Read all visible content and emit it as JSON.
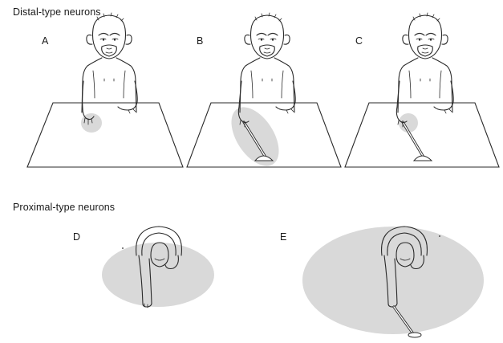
{
  "sections": {
    "distal_title": "Distal-type neurons",
    "proximal_title": "Proximal-type neurons"
  },
  "panels": {
    "a": "A",
    "b": "B",
    "c": "C",
    "d": "D",
    "e": "E"
  },
  "colors": {
    "receptive_field": "#d9d9d9",
    "ink": "#2a2a2a"
  }
}
